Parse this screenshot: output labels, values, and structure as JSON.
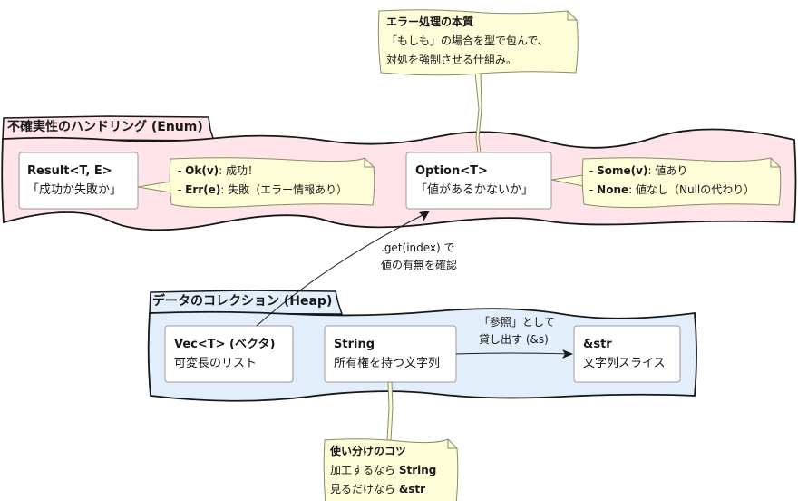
{
  "colors": {
    "enum_package_fill": "#ffe4ea",
    "heap_package_fill": "#e2effb",
    "node_fill": "#ffffff",
    "note_fill": "#fdfdd8",
    "stroke": "#181818",
    "note_stroke": "#8a8a6a"
  },
  "top_note": {
    "title": "エラー処理の本質",
    "line1": "「もしも」の場合を型で包んで、",
    "line2": "対処を強制させる仕組み。"
  },
  "enum_package": {
    "title": "不確実性のハンドリング (Enum)",
    "result_node": {
      "title": "Result<T, E>",
      "subtitle": "「成功か失敗か」"
    },
    "result_note": {
      "items": [
        {
          "key": "Ok(v)",
          "text": ": 成功！"
        },
        {
          "key": "Err(e)",
          "text": ": 失敗（エラー情報あり）"
        }
      ]
    },
    "option_node": {
      "title": "Option<T>",
      "subtitle": "「値があるかないか」"
    },
    "option_note": {
      "items": [
        {
          "key": "Some(v)",
          "text": ": 値あり"
        },
        {
          "key": "None",
          "text": ": 値なし（Nullの代わり）"
        }
      ]
    }
  },
  "vec_to_option_label": {
    "line1": ".get(index) で",
    "line2": "値の有無を確認"
  },
  "heap_package": {
    "title": "データのコレクション (Heap)",
    "vec_node": {
      "title": "Vec<T> (ベクタ)",
      "subtitle": "可変長のリスト"
    },
    "string_node": {
      "title": "String",
      "subtitle": "所有権を持つ文字列"
    },
    "str_node": {
      "title": "&str",
      "subtitle": "文字列スライス"
    },
    "borrow_label": {
      "line1": "「参照」として",
      "line2": "貸し出す (&s)"
    }
  },
  "bottom_note": {
    "title": "使い分けのコツ",
    "line1_text": "加工するなら ",
    "line1_key": "String",
    "line2_text": "見るだけなら ",
    "line2_key": "&str"
  }
}
